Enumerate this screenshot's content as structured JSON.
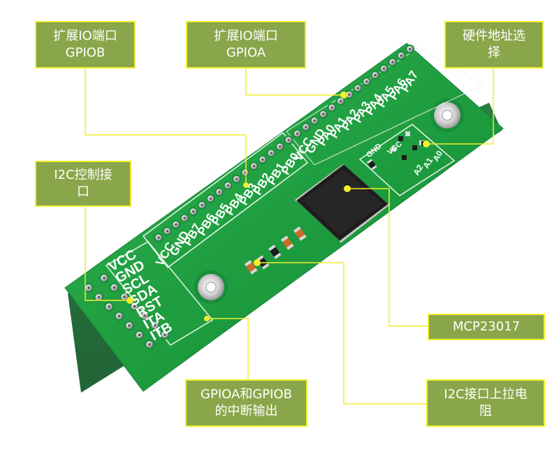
{
  "callouts": {
    "gpiob_port": {
      "line1": "扩展IO端口",
      "line2": "GPIOB"
    },
    "gpioa_port": {
      "line1": "扩展IO端口",
      "line2": "GPIOA"
    },
    "address_select": {
      "line1": "硬件地址选",
      "line2": "择"
    },
    "i2c_interface": {
      "line1": "I2C控制接",
      "line2": "口"
    },
    "chip": {
      "line1": "MCP23017"
    },
    "interrupt_out": {
      "line1": "GPIOA和GPIOB",
      "line2": "的中断输出"
    },
    "pullup": {
      "line1": "I2C接口上拉电",
      "line2": "阻"
    }
  },
  "board": {
    "left_labels": [
      "VCC",
      "GND",
      "SCL",
      "SDA",
      "RST",
      "ITA",
      "ITB"
    ],
    "gpiob_labels": [
      "VCC",
      "GND",
      "PB7",
      "PB6",
      "PB5",
      "PB4",
      "PB3",
      "PB2",
      "PB1",
      "PB0"
    ],
    "gpioa_labels": [
      "VCC",
      "GND",
      "PA0",
      "PA1",
      "PA2",
      "PA3",
      "PA4",
      "PA5",
      "PA6",
      "PA7"
    ],
    "address_labels": [
      "A2",
      "A1",
      "A0"
    ],
    "small_labels": [
      "GND",
      "VCC"
    ]
  },
  "colors": {
    "pcb": "#1d9b3f",
    "callout_fill": "#8aa64a",
    "callout_border": "#f2ef2a",
    "leader_line": "#f2ef2a"
  }
}
